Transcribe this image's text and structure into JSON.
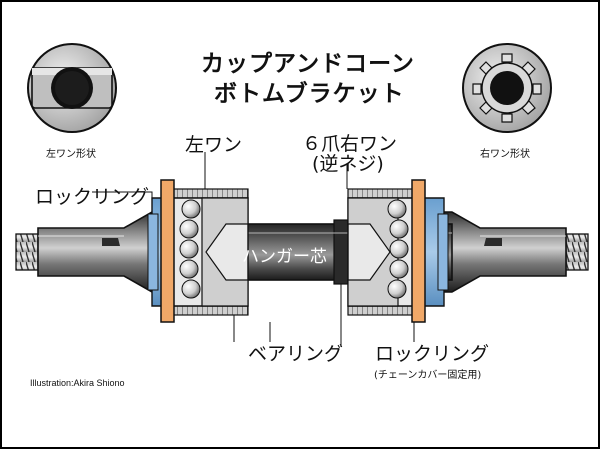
{
  "title_line1": "カップアンドコーン",
  "title_line2": "ボトムブラケット",
  "left_cup_shape_label": "左ワン形状",
  "right_cup_shape_label": "右ワン形状",
  "left_cup_label": "左ワン",
  "right_cup_label": "６爪右ワン",
  "right_cup_note": "(逆ネジ)",
  "lockring_label_left": "ロックリング",
  "lockring_label_right": "ロックリング",
  "lockring_note": "(チェーンカバー固定用)",
  "bearing_label": "ベアリング",
  "hanger_label": "ハンガー芯",
  "credit": "Illustration:Akira Shiono",
  "colors": {
    "lockring": "#f0a868",
    "cup_blue": "#6a9fcf",
    "axle_dark": "#3a3a3a",
    "outline": "#111111"
  }
}
